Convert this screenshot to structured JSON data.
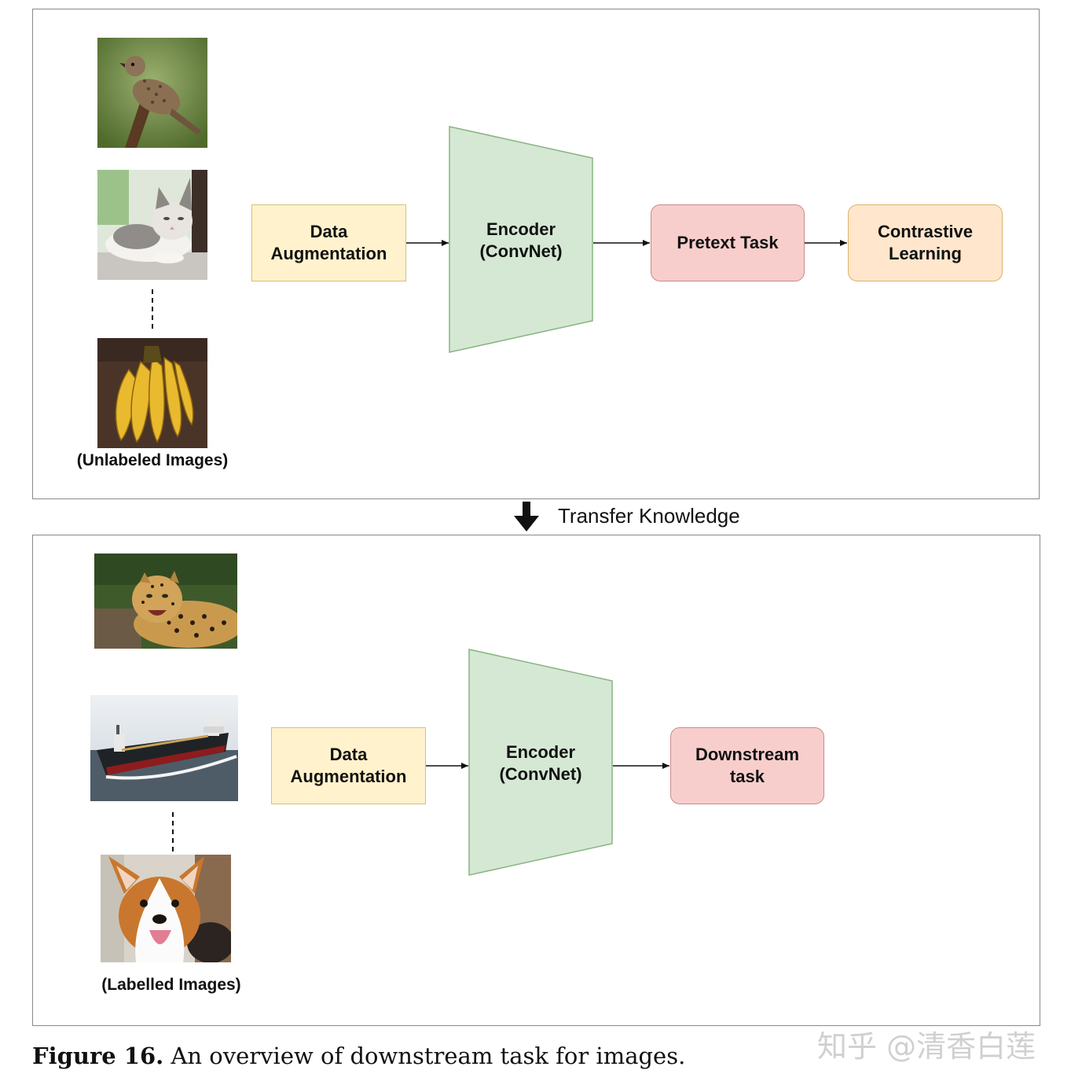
{
  "top_panel": {
    "images": [
      {
        "icon": "bird-photo"
      },
      {
        "icon": "cat-photo"
      },
      {
        "icon": "banana-photo"
      }
    ],
    "caption": "(Unlabeled Images)",
    "augmentation_label": "Data\nAugmentation",
    "encoder_label": "Encoder\n(ConvNet)",
    "pretext_label": "Pretext Task",
    "contrastive_label": "Contrastive\nLearning"
  },
  "transfer": {
    "label": "Transfer Knowledge",
    "icon": "down-arrow-icon"
  },
  "bottom_panel": {
    "images": [
      {
        "icon": "leopard-photo"
      },
      {
        "icon": "ship-photo"
      },
      {
        "icon": "dog-photo"
      }
    ],
    "caption": "(Labelled Images)",
    "augmentation_label": "Data\nAugmentation",
    "encoder_label": "Encoder\n(ConvNet)",
    "downstream_label": "Downstream\ntask"
  },
  "figure_caption": {
    "number": "Figure 16.",
    "text": " An overview of downstream task for images."
  },
  "watermark": "知乎 @清香白莲",
  "colors": {
    "augmentation_fill": "#fff2cc",
    "encoder_fill": "#d5e8d4",
    "pretext_fill": "#f8cecc",
    "contrastive_fill": "#ffe6cc",
    "downstream_fill": "#f8cecc"
  }
}
